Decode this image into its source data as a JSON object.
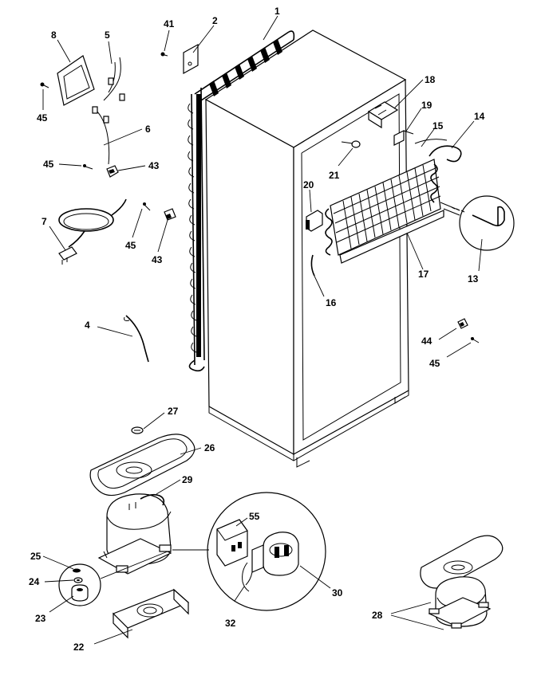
{
  "callouts": {
    "c1": "1",
    "c2": "2",
    "c4": "4",
    "c5": "5",
    "c6": "6",
    "c7": "7",
    "c8": "8",
    "c13": "13",
    "c14": "14",
    "c15": "15",
    "c16": "16",
    "c17": "17",
    "c18": "18",
    "c19": "19",
    "c20": "20",
    "c21": "21",
    "c22": "22",
    "c23": "23",
    "c24": "24",
    "c25": "25",
    "c26": "26",
    "c27": "27",
    "c28": "28",
    "c29": "29",
    "c30": "30",
    "c32": "32",
    "c41": "41",
    "c43a": "43",
    "c43b": "43",
    "c44": "44",
    "c45a": "45",
    "c45b": "45",
    "c45c": "45",
    "c45d": "45",
    "c55": "55"
  }
}
